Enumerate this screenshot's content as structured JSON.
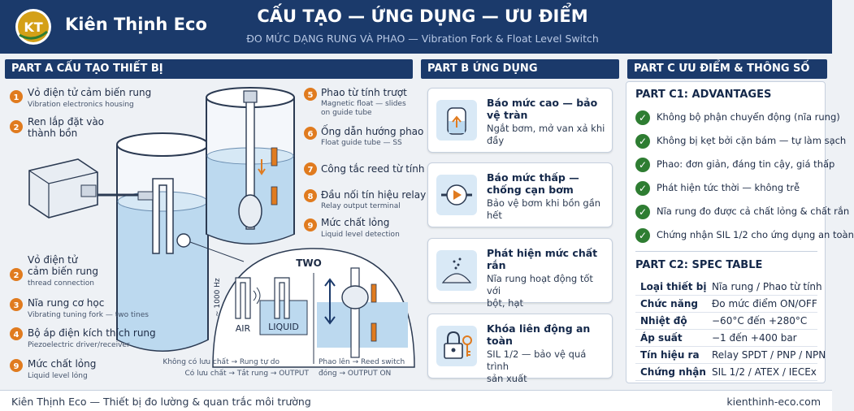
{
  "header": {
    "logo_text": "KT",
    "brand": "Kiên Thịnh Eco",
    "title": "CẤU TẠO — ỨNG DỤNG — ƯU ĐIỂM",
    "subtitle": "ĐO MỨC DẠNG RUNG VÀ PHAO — Vibration Fork & Float Level Switch"
  },
  "sections": {
    "a": "PART A   CẤU TẠO THIẾT BỊ",
    "b": "PART B   ỨNG DỤNG",
    "c": "PART C   ƯU ĐIỂM & THÔNG SỐ"
  },
  "colors": {
    "navy": "#1b3a6b",
    "accent_orange": "#e07b1f",
    "check_green": "#2e7d32",
    "liquid_blue": "#bcd9ef"
  },
  "part_a": {
    "left_labels": [
      {
        "num": "1",
        "main": "Vỏ điện tử cảm biến rung",
        "sub": "Vibration electronics housing"
      },
      {
        "num": "2",
        "main": "Ren lắp đặt vào",
        "main2": "thành bồn"
      },
      {
        "num": "2",
        "main": "Vỏ điện tử",
        "main2": "cảm biến rung",
        "sub": "thread connection"
      },
      {
        "num": "3",
        "main": "Nĩa rung cơ học",
        "sub": "Vibrating tuning fork — two tines"
      },
      {
        "num": "4",
        "main": "Bộ áp điện kích thích rung",
        "sub": "Piezoelectric driver/receiver"
      },
      {
        "num": "9",
        "main": "Mức chất lỏng",
        "sub": "Liquid level lỏng"
      }
    ],
    "right_labels": [
      {
        "num": "5",
        "main": "Phao từ tính trượt",
        "sub": "Magnetic float — slides",
        "sub2": "on guide tube"
      },
      {
        "num": "6",
        "main": "Ống dẫn hướng phao",
        "sub": "Float guide tube — SS"
      },
      {
        "num": "7",
        "main": "Công tắc reed từ tính"
      },
      {
        "num": "8",
        "main": "Đầu nối tín hiệu relay",
        "sub": "Relay output terminal"
      },
      {
        "num": "9",
        "main": "Mức chất lỏng",
        "sub": "Liquid level detection"
      }
    ],
    "inset": {
      "title": "TWO",
      "freq": "~ 1000 Hz",
      "air": "AIR",
      "liquid": "LIQUID",
      "cap1": "Không có lưu chất → Rung tự do",
      "cap2": "Có lưu chất → Tắt rung → OUTPUT",
      "cap3": "Phao lên → Reed switch",
      "cap4": "đóng → OUTPUT ON"
    }
  },
  "part_b": {
    "cards": [
      {
        "icon": "tank-high-icon",
        "title": "Báo mức cao — bảo vệ tràn",
        "desc": "Ngắt bơm, mở van xả khi đầy"
      },
      {
        "icon": "pump-icon",
        "title": "Báo mức thấp —",
        "title2": "chống cạn bơm",
        "desc": "Bảo vệ bơm khi bồn gần hết"
      },
      {
        "icon": "solids-icon",
        "title": "Phát hiện mức chất rắn",
        "desc": "Nĩa rung hoạt động tốt với",
        "desc2": "bột, hạt"
      },
      {
        "icon": "lock-key-icon",
        "title": "Khóa liên động an toàn",
        "desc": "SIL 1/2 — bảo vệ quá trình",
        "desc2": "sản xuất"
      }
    ]
  },
  "part_c": {
    "adv_title": "PART C1: ADVANTAGES",
    "advantages": [
      "Không bộ phận chuyển động (nĩa rung)",
      "Không bị kẹt bởi cặn bám — tự làm sạch",
      "Phao: đơn giản, đáng tin cậy, giá thấp",
      "Phát hiện tức thời — không trễ",
      "Nĩa rung đo được cả chất lỏng & chất rắn",
      "Chứng nhận SIL 1/2 cho ứng dụng an toàn"
    ],
    "spec_title": "PART C2: SPEC TABLE",
    "specs": [
      {
        "k": "Loại thiết bị",
        "v": "Nĩa rung / Phao từ tính"
      },
      {
        "k": "Chức năng",
        "v": "Đo mức điểm ON/OFF"
      },
      {
        "k": "Nhiệt độ",
        "v": "−60°C đến +280°C"
      },
      {
        "k": "Áp suất",
        "v": "−1 đến +400 bar"
      },
      {
        "k": "Tín hiệu ra",
        "v": "Relay SPDT / PNP / NPN"
      },
      {
        "k": "Chứng nhận",
        "v": "SIL 1/2 / ATEX / IECEx"
      }
    ]
  },
  "footer": {
    "left": "Kiên Thịnh Eco — Thiết bị đo lường & quan trắc môi trường",
    "right": "kienthinh-eco.com"
  }
}
